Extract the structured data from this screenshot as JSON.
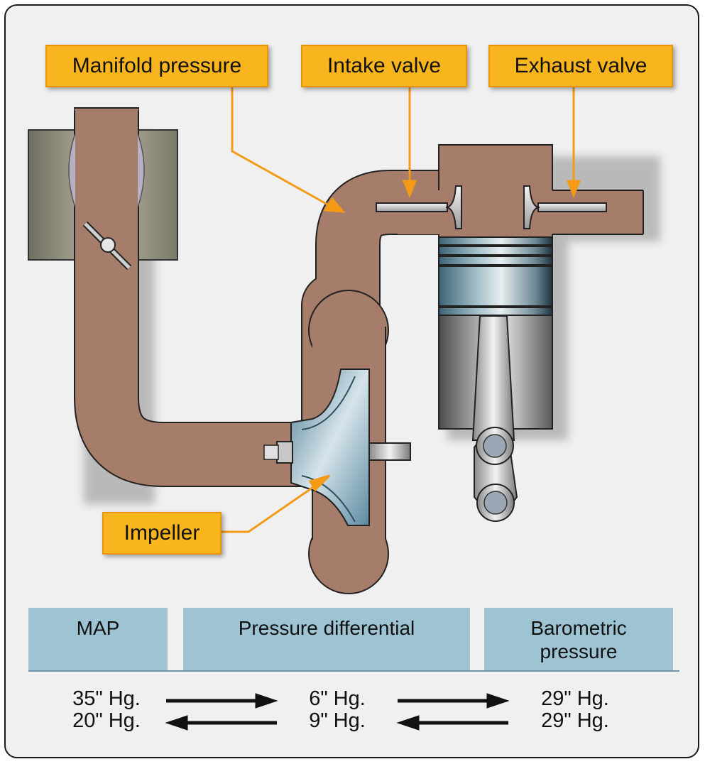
{
  "labels": {
    "manifold_pressure": "Manifold pressure",
    "intake_valve": "Intake valve",
    "exhaust_valve": "Exhaust valve",
    "impeller": "Impeller"
  },
  "columns": {
    "map": "MAP",
    "differential": "Pressure differential",
    "barometric_line1": "Barometric",
    "barometric_line2": "pressure"
  },
  "values": {
    "map": [
      "35\" Hg.",
      "20\" Hg."
    ],
    "differential": [
      "6\" Hg.",
      "9\" Hg."
    ],
    "barometric": [
      "29\" Hg.",
      "29\" Hg."
    ]
  },
  "colors": {
    "callout_fill": "#f9b51d",
    "callout_border": "#e8940f",
    "duct": "#a67c6b",
    "header_fill": "#9ec3d3"
  }
}
